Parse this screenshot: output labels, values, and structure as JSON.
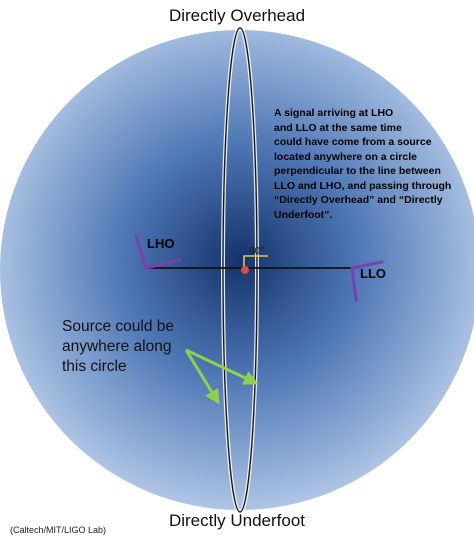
{
  "labels": {
    "top": "Directly Overhead",
    "bottom": "Directly Underfoot",
    "lho": "LHO",
    "llo": "LLO",
    "angle": "90°"
  },
  "explanation_text": "A signal arriving at LHO\nand LLO at the same time\ncould have come from a source\nlocated anywhere on a circle\nperpendicular to the line between\nLLO and LHO, and passing through\n“Directly Overhead” and “Directly\nUnderfoot”.",
  "source_note": "Source could be\nanywhere along\nthis circle",
  "credit": "(Caltech/MIT/LIGO Lab)",
  "colors": {
    "sphere_center": "#14336b",
    "sphere_mid": "#4f78b6",
    "sphere_edge": "#b9cdea",
    "detector_arms": "#7b3fb0",
    "arrows": "#8fd14f",
    "angle_marker": "#e3c64b",
    "center_dot": "#d94a4a",
    "circle_highlight": "#f4f7fc"
  }
}
